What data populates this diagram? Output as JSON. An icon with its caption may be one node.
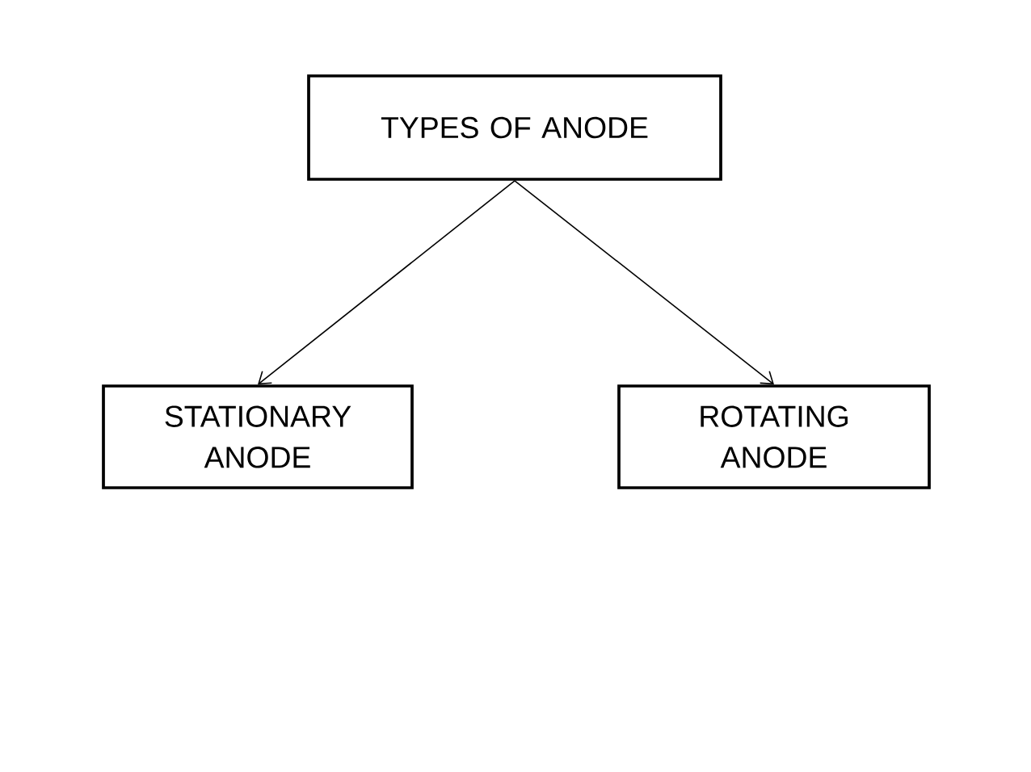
{
  "diagram": {
    "nodes": [
      {
        "text": [
          "TYPES OF ANODE"
        ]
      },
      {
        "text": [
          "STATIONARY ANODE"
        ]
      },
      {
        "text": [
          "ROTATING ANODE"
        ]
      }
    ],
    "edges": [
      {
        "from": 0,
        "to": 1,
        "arrow": "to"
      },
      {
        "from": 0,
        "to": 2,
        "arrow": "to"
      }
    ]
  }
}
